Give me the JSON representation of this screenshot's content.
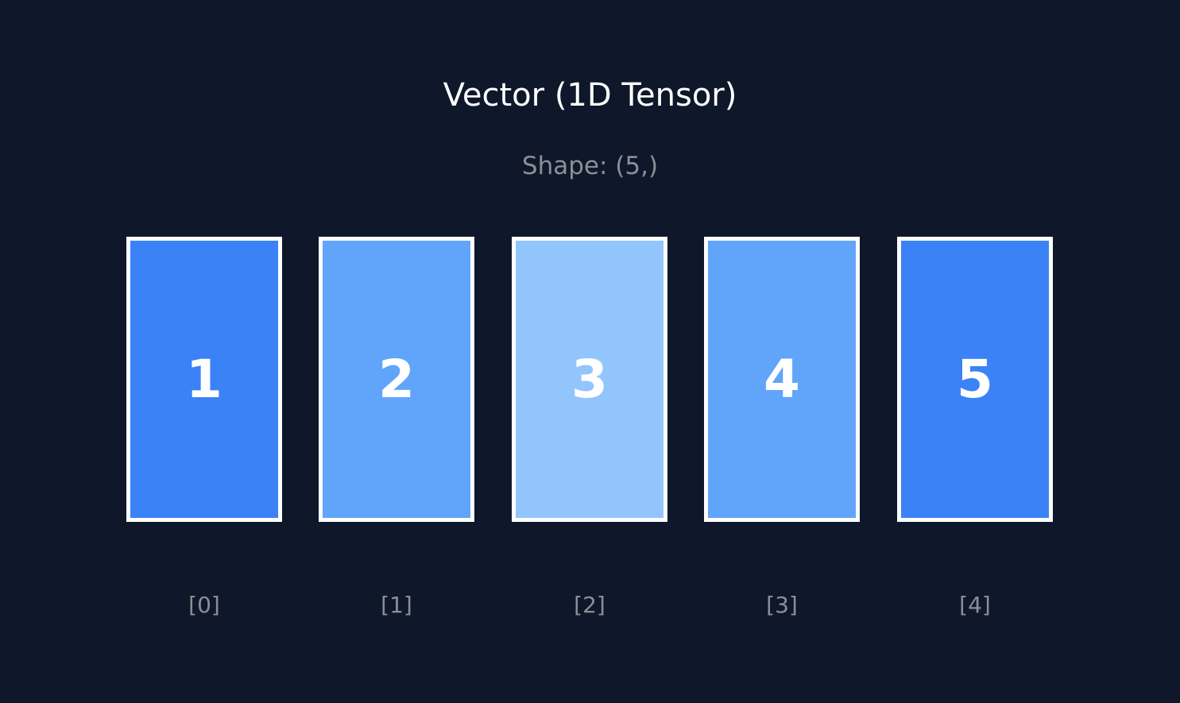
{
  "title": "Vector (1D Tensor)",
  "subtitle": "Shape: (5,)",
  "elements": [
    {
      "value": "1",
      "index": "[0]",
      "color": "#3b82f6"
    },
    {
      "value": "2",
      "index": "[1]",
      "color": "#60a5fa"
    },
    {
      "value": "3",
      "index": "[2]",
      "color": "#93c5fd"
    },
    {
      "value": "4",
      "index": "[3]",
      "color": "#60a5fa"
    },
    {
      "value": "5",
      "index": "[4]",
      "color": "#3b82f6"
    }
  ],
  "colors": {
    "background": "#0f172a",
    "border": "#ffffff",
    "muted_text": "#8b8f96"
  }
}
